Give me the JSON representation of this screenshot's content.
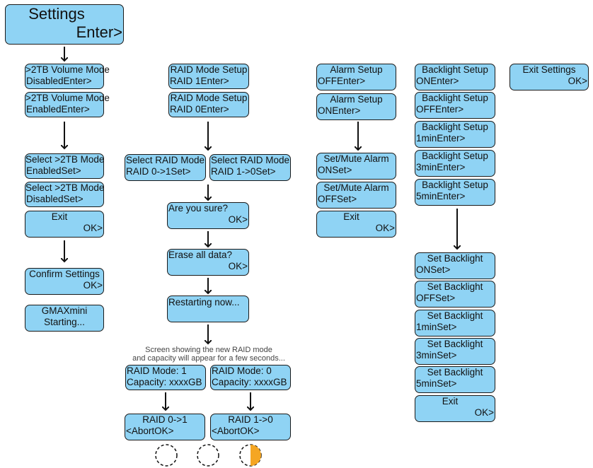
{
  "settings": {
    "title": "Settings",
    "enter": "Enter>"
  },
  "volume": {
    "disabled": {
      "title": ">2TB Volume Mode",
      "left": "Disabled",
      "right": "Enter>"
    },
    "enabled": {
      "title": ">2TB Volume Mode",
      "left": "Enabled",
      "right": "Enter>"
    },
    "select_enabled": {
      "title": "Select >2TB Mode",
      "left": "Enabled",
      "right": "Set>"
    },
    "select_disabled": {
      "title": "Select >2TB Mode",
      "left": "Disabled",
      "right": "Set>"
    },
    "exit": {
      "title": "Exit",
      "right": "OK>"
    },
    "confirm": {
      "title": "Confirm Settings",
      "right": "OK>"
    },
    "starting": {
      "line1": "GMAXmini",
      "line2": "Starting..."
    }
  },
  "raid": {
    "setup1": {
      "title": "RAID Mode Setup",
      "left": "RAID 1",
      "right": "Enter>"
    },
    "setup0": {
      "title": "RAID Mode Setup",
      "left": "RAID 0",
      "right": "Enter>"
    },
    "select01": {
      "title": "Select RAID Mode",
      "left": "RAID 0->1",
      "right": "Set>"
    },
    "select10": {
      "title": "Select RAID Mode",
      "left": "RAID 1->0",
      "right": "Set>"
    },
    "sure": {
      "title": "Are you sure?",
      "right": "OK>"
    },
    "erase": {
      "title": "Erase all data?",
      "right": "OK>"
    },
    "restart": {
      "title": "Restarting now..."
    },
    "note1": "Screen showing the new RAID mode",
    "note2": "and capacity will appear for a few seconds...",
    "mode1": {
      "line1": "RAID Mode:  1",
      "line2": "Capacity: xxxxGB"
    },
    "mode0": {
      "line1": "RAID Mode:  0",
      "line2": "Capacity: xxxxGB"
    },
    "abort01": {
      "title": "RAID 0->1",
      "left": "<Abort",
      "right": "OK>"
    },
    "abort10": {
      "title": "RAID 1->0",
      "left": "<Abort",
      "right": "OK>"
    }
  },
  "alarm": {
    "off": {
      "title": "Alarm Setup",
      "left": "OFF",
      "right": "Enter>"
    },
    "on": {
      "title": "Alarm Setup",
      "left": "ON",
      "right": "Enter>"
    },
    "mute_on": {
      "title": "Set/Mute Alarm",
      "left": "ON",
      "right": "Set>"
    },
    "mute_off": {
      "title": "Set/Mute Alarm",
      "left": "OFF",
      "right": "Set>"
    },
    "exit": {
      "title": "Exit",
      "right": "OK>"
    }
  },
  "backlight": {
    "setup": [
      {
        "title": "Backlight Setup",
        "left": "ON",
        "right": "Enter>"
      },
      {
        "title": "Backlight Setup",
        "left": "OFF",
        "right": "Enter>"
      },
      {
        "title": "Backlight Setup",
        "left": "1min",
        "right": "Enter>"
      },
      {
        "title": "Backlight Setup",
        "left": "3min",
        "right": "Enter>"
      },
      {
        "title": "Backlight Setup",
        "left": "5min",
        "right": "Enter>"
      }
    ],
    "set": [
      {
        "title": "Set Backlight",
        "left": "ON",
        "right": "Set>"
      },
      {
        "title": "Set Backlight",
        "left": "OFF",
        "right": "Set>"
      },
      {
        "title": "Set Backlight",
        "left": "1min",
        "right": "Set>"
      },
      {
        "title": "Set Backlight",
        "left": "3min",
        "right": "Set>"
      },
      {
        "title": "Set Backlight",
        "left": "5min",
        "right": "Set>"
      }
    ],
    "exit": {
      "title": "Exit",
      "right": "OK>"
    }
  },
  "exit_settings": {
    "title": "Exit Settings",
    "right": "OK>"
  },
  "indicators": {
    "active_color": "#f5a623",
    "box_color": "#8fd3f4"
  }
}
